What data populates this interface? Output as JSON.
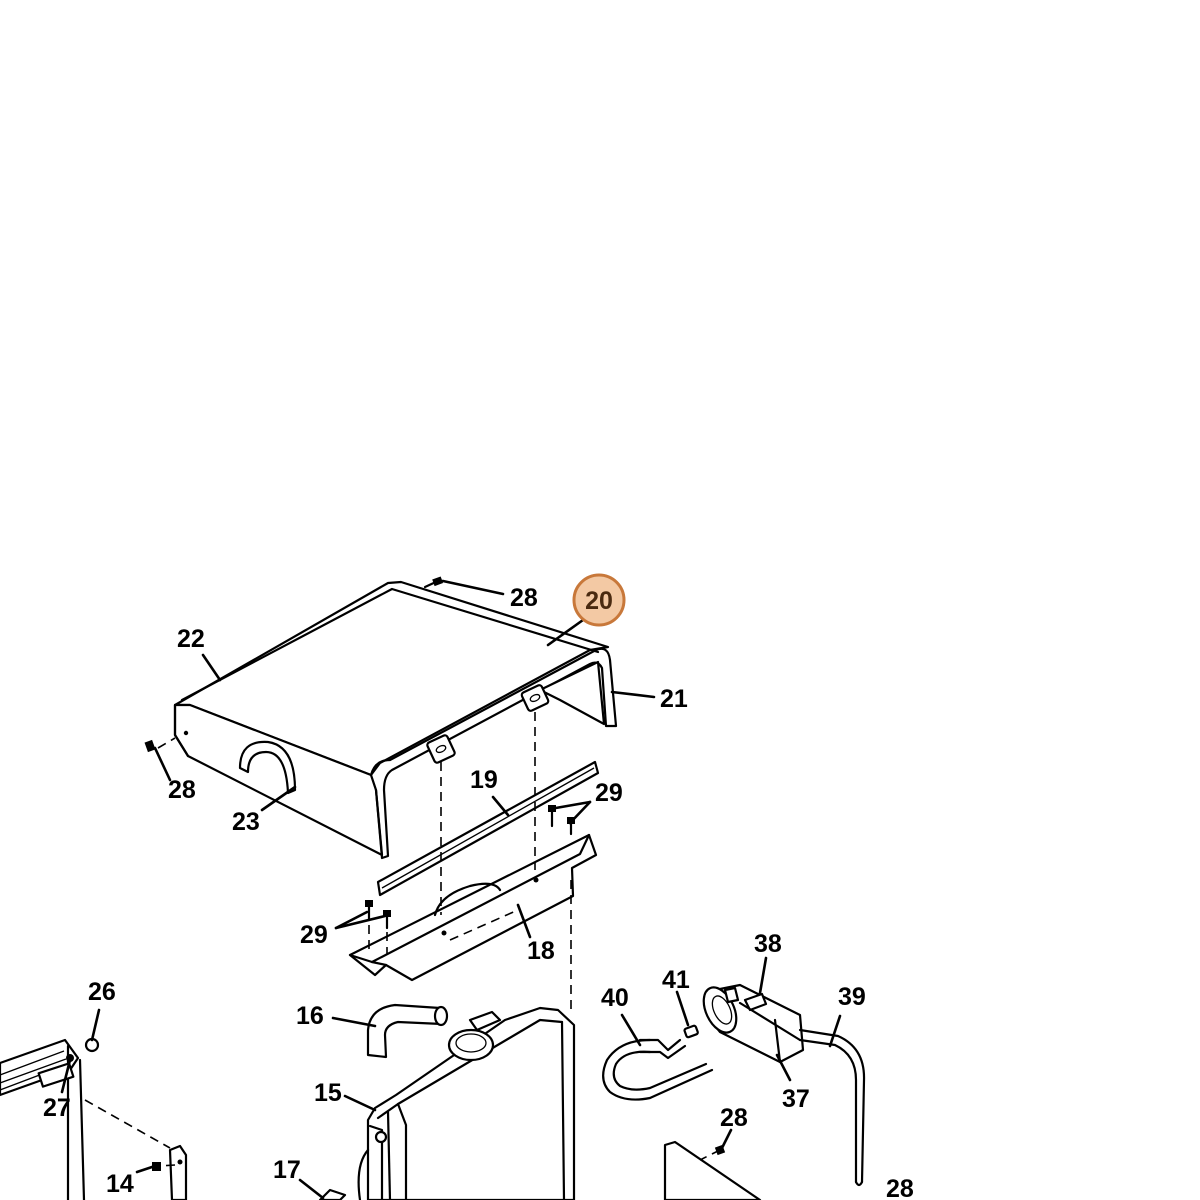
{
  "highlight": {
    "label": "20",
    "fill": "#f3c9a4",
    "stroke": "#c8783a",
    "text_color": "#4a2a10"
  },
  "callouts": {
    "c28a": "28",
    "c22": "22",
    "c21": "21",
    "c28b": "28",
    "c23": "23",
    "c19": "19",
    "c29a": "29",
    "c29b": "29",
    "c18": "18",
    "c38": "38",
    "c26": "26",
    "c16": "16",
    "c40": "40",
    "c41": "41",
    "c39": "39",
    "c27": "27",
    "c15": "15",
    "c37": "37",
    "c28c": "28",
    "c14": "14",
    "c17": "17",
    "c28d": "28"
  }
}
